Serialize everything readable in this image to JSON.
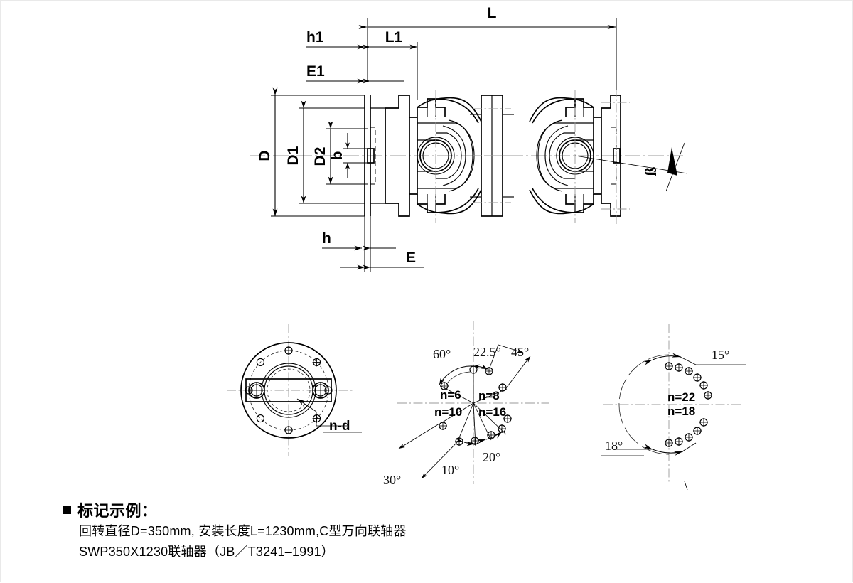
{
  "drawing": {
    "title": "SWP type universal coupling technical drawing",
    "main_view_dimensions": [
      {
        "label": "L",
        "name": "overall-length"
      },
      {
        "label": "L1",
        "name": "flange-length"
      },
      {
        "label": "h1",
        "name": "h1-offset"
      },
      {
        "label": "E1",
        "name": "e1-offset"
      },
      {
        "label": "h",
        "name": "h-offset"
      },
      {
        "label": "E",
        "name": "e-offset"
      },
      {
        "label": "D",
        "name": "rotation-diameter"
      },
      {
        "label": "D1",
        "name": "bolt-circle-diameter"
      },
      {
        "label": "D2",
        "name": "spigot-diameter"
      },
      {
        "label": "b",
        "name": "key-width"
      },
      {
        "label": "ß",
        "name": "beta-angle"
      }
    ],
    "flange_view": {
      "callout": "n-d",
      "callout_name": "bolt-hole-callout"
    },
    "bolt_patterns_middle": [
      {
        "n": "n=6",
        "angle": "60°",
        "quadrant": "upper-left"
      },
      {
        "n": "n=8",
        "angle": "45°",
        "quadrant": "upper-right"
      },
      {
        "n": "n=8",
        "angle": "22.5°",
        "quadrant": "upper-right-half"
      },
      {
        "n": "n=10",
        "angle": "30°",
        "quadrant": "lower-left"
      },
      {
        "n": "n=16",
        "angle": "20°",
        "quadrant": "lower-right"
      },
      {
        "n": "n=16",
        "angle": "10°",
        "quadrant": "lower-right-half"
      }
    ],
    "bolt_patterns_right": [
      {
        "n": "n=22",
        "angle": "15°",
        "quadrant": "upper"
      },
      {
        "n": "n=18",
        "angle": "18°",
        "quadrant": "lower"
      }
    ],
    "angle_labels": {
      "a60": "60°",
      "a225": "22.5°",
      "a45": "45°",
      "a30": "30°",
      "a10": "10°",
      "a20": "20°",
      "a15": "15°",
      "a18": "18°"
    },
    "n_labels": {
      "n6": "n=6",
      "n8": "n=8",
      "n10": "n=10",
      "n16": "n=16",
      "n22": "n=22",
      "n18": "n=18"
    }
  },
  "notes": {
    "heading": "标记示例：",
    "line1": "回转直径D=350mm, 安装长度L=1230mm,C型万向联轴器",
    "line2": "SWP350X1230联轴器（JB／T3241–1991）"
  },
  "colors": {
    "line": "#000000",
    "centerline": "#9a9a9a",
    "background": "#ffffff",
    "border": "#e9e9e9"
  }
}
